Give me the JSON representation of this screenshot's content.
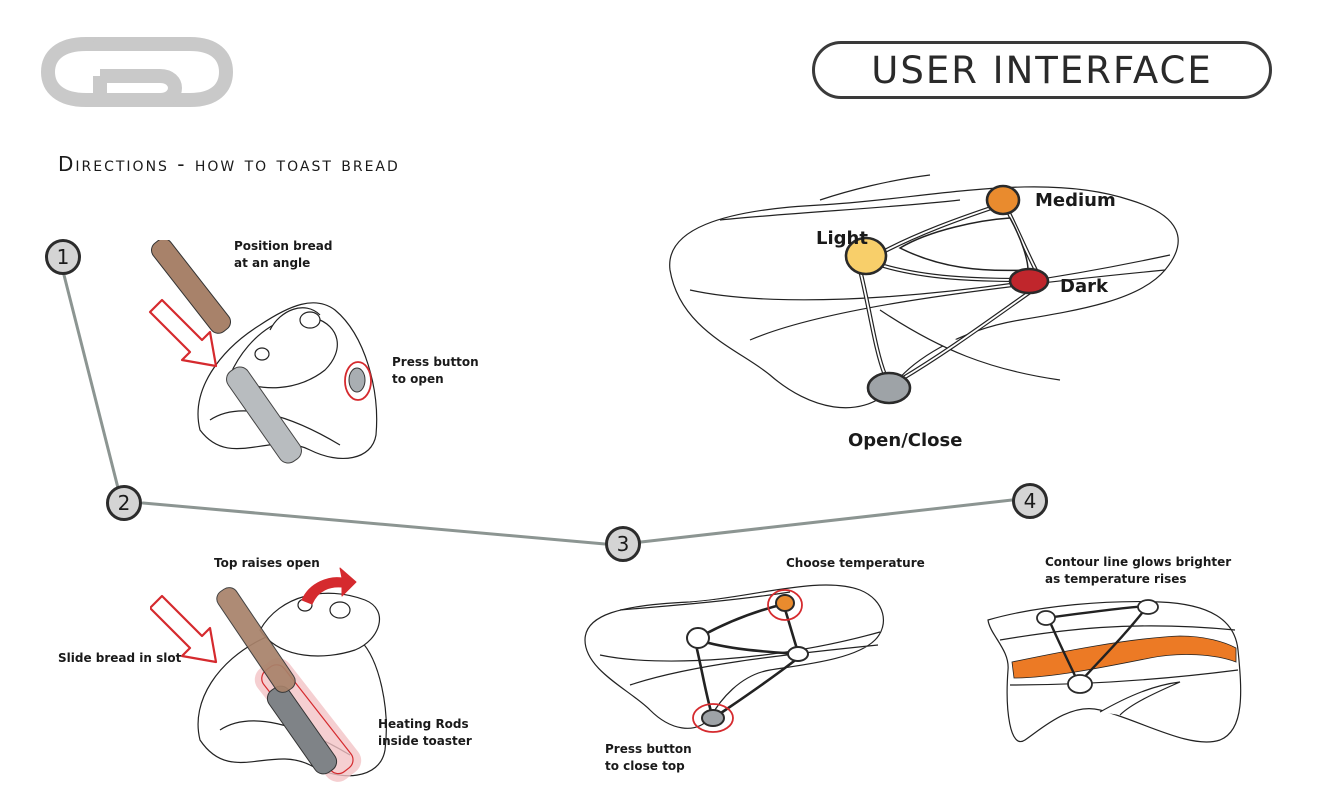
{
  "header": {
    "title": "USER INTERFACE",
    "logo_icon": "gbd-logo-icon"
  },
  "directions": {
    "heading": "Directions - how to toast bread"
  },
  "steps": [
    {
      "number": "1"
    },
    {
      "number": "2"
    },
    {
      "number": "3"
    },
    {
      "number": "4"
    }
  ],
  "captions": {
    "position_bread": [
      "Position bread",
      "at an angle"
    ],
    "press_open": [
      "Press button",
      "to  open"
    ],
    "top_raises": "Top raises open",
    "slide_bread": "Slide bread in slot",
    "heating_rods": [
      "Heating Rods",
      "inside toaster"
    ],
    "choose_temp": "Choose temperature",
    "press_close": [
      "Press button",
      "to close top"
    ],
    "contour_glow": [
      "Contour line glows brighter",
      "as temperature rises"
    ]
  },
  "interface_diagram": {
    "light_label": "Light",
    "medium_label": "Medium",
    "dark_label": "Dark",
    "open_close_label": "Open/Close"
  },
  "colors": {
    "light": "#f8cf6a",
    "medium": "#e98b2e",
    "dark": "#c0262c",
    "open_close": "#9ea3a7",
    "bread": "#a8826a",
    "arrow": "#d52a2e",
    "timeline": "#8c9592",
    "glow": "#ec7a25"
  }
}
